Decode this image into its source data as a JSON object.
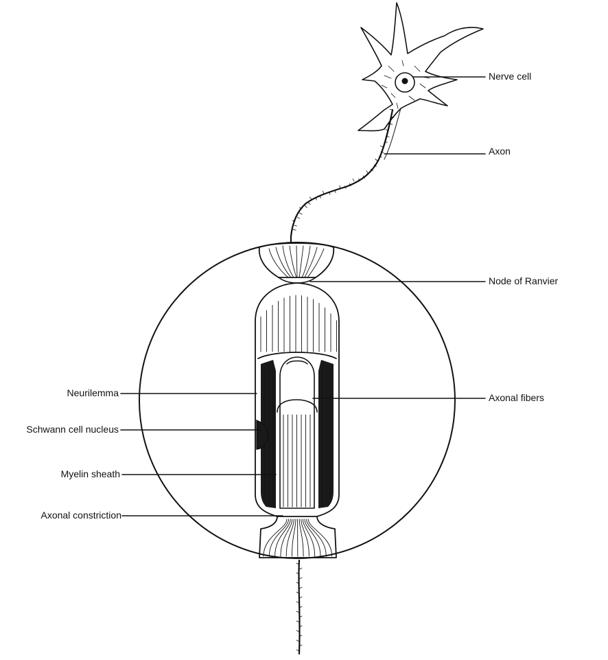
{
  "labels": {
    "nerve_cell": "Nerve cell",
    "axon": "Axon",
    "node_of_ranvier": "Node of Ranvier",
    "axonal_fibers": "Axonal fibers",
    "neurilemma": "Neurilemma",
    "schwann_cell_nucleus": "Schwann cell nucleus",
    "myelin_sheath": "Myelin sheath",
    "axonal_constriction": "Axonal constriction"
  },
  "colors": {
    "ink": "#111111",
    "background": "#ffffff",
    "dark_fill": "#1a1a1a"
  }
}
